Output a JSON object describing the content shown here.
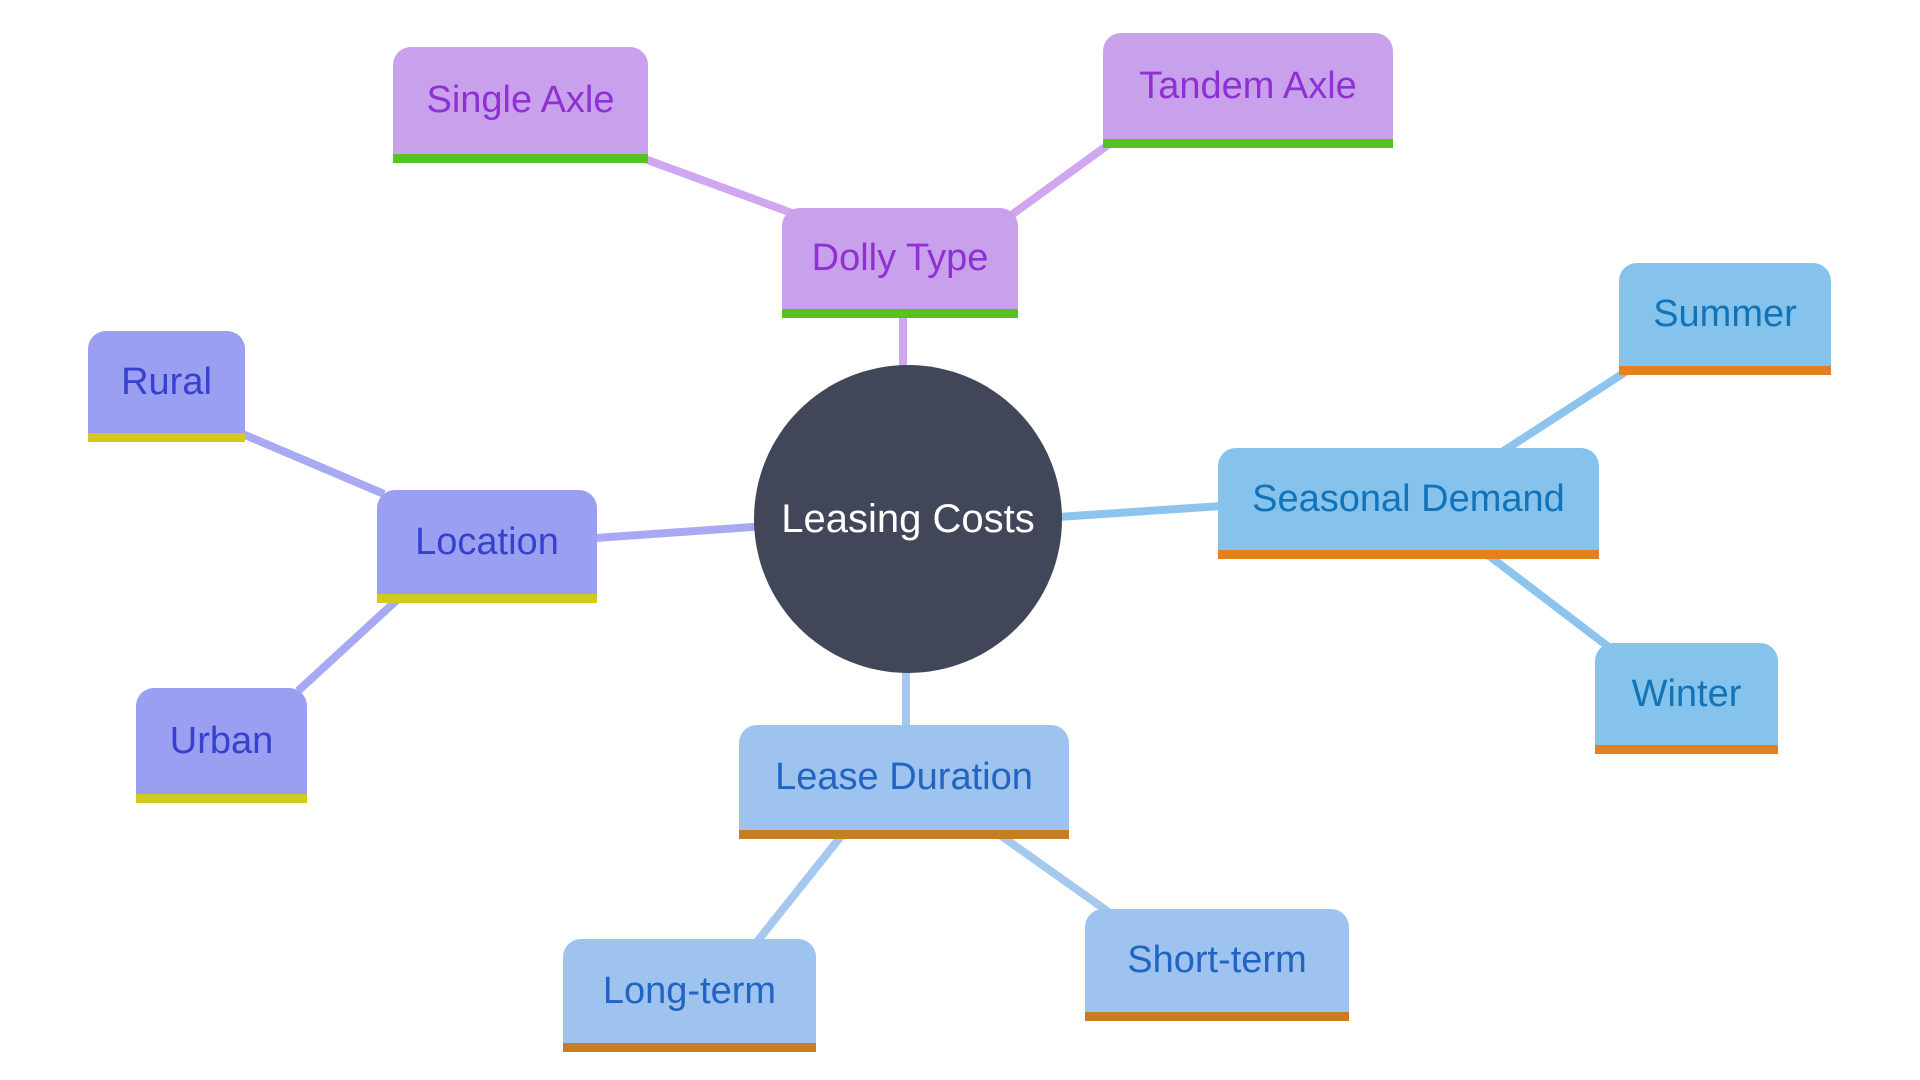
{
  "diagram": {
    "type": "mindmap",
    "center": {
      "label": "Leasing Costs",
      "shape": "circle",
      "bg_color": "#424659",
      "text_color": "#ffffff"
    },
    "branches": [
      {
        "label": "Dolly Type",
        "fill_color": "#c9a0ec",
        "text_color": "#8e30d3",
        "underline_color": "#57c322",
        "line_color": "#d0a6f0",
        "children": [
          {
            "label": "Single Axle"
          },
          {
            "label": "Tandem Axle"
          }
        ]
      },
      {
        "label": "Location",
        "fill_color": "#9b9ff1",
        "text_color": "#3641cd",
        "underline_color": "#d5c820",
        "line_color": "#a7aaf3",
        "children": [
          {
            "label": "Rural"
          },
          {
            "label": "Urban"
          }
        ]
      },
      {
        "label": "Seasonal Demand",
        "fill_color": "#85c2ec",
        "text_color": "#1273b9",
        "underline_color": "#e6801e",
        "line_color": "#8cc4ed",
        "children": [
          {
            "label": "Summer"
          },
          {
            "label": "Winter"
          }
        ]
      },
      {
        "label": "Lease Duration",
        "fill_color": "#9dc3ee",
        "text_color": "#2164c1",
        "underline_color": "#c77e22",
        "line_color": "#a5c8ef",
        "children": [
          {
            "label": "Long-term"
          },
          {
            "label": "Short-term"
          }
        ]
      }
    ]
  }
}
